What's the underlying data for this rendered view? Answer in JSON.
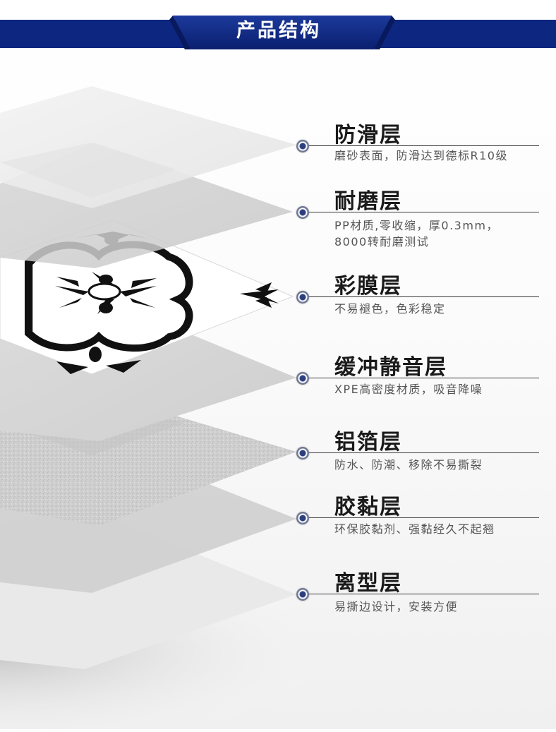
{
  "header": {
    "title": "产品结构"
  },
  "colors": {
    "banner": "#0d2680",
    "banner_dark": "#08195e",
    "dot": "#2b3f7f"
  },
  "layers": [
    {
      "name": "防滑层",
      "desc": [
        "磨砂表面，防滑达到德标R10级"
      ]
    },
    {
      "name": "耐磨层",
      "desc": [
        "PP材质,零收缩，厚0.3mm，",
        "8000转耐磨测试"
      ]
    },
    {
      "name": "彩膜层",
      "desc": [
        "不易褪色，色彩稳定"
      ]
    },
    {
      "name": "缓冲静音层",
      "desc": [
        "XPE高密度材质，吸音降噪"
      ]
    },
    {
      "name": "铝箔层",
      "desc": [
        "防水、防潮、移除不易撕裂"
      ]
    },
    {
      "name": "胶黏层",
      "desc": [
        "环保胶黏剂、强黏经久不起翘"
      ]
    },
    {
      "name": "离型层",
      "desc": [
        "易撕边设计，安装方便"
      ]
    }
  ]
}
